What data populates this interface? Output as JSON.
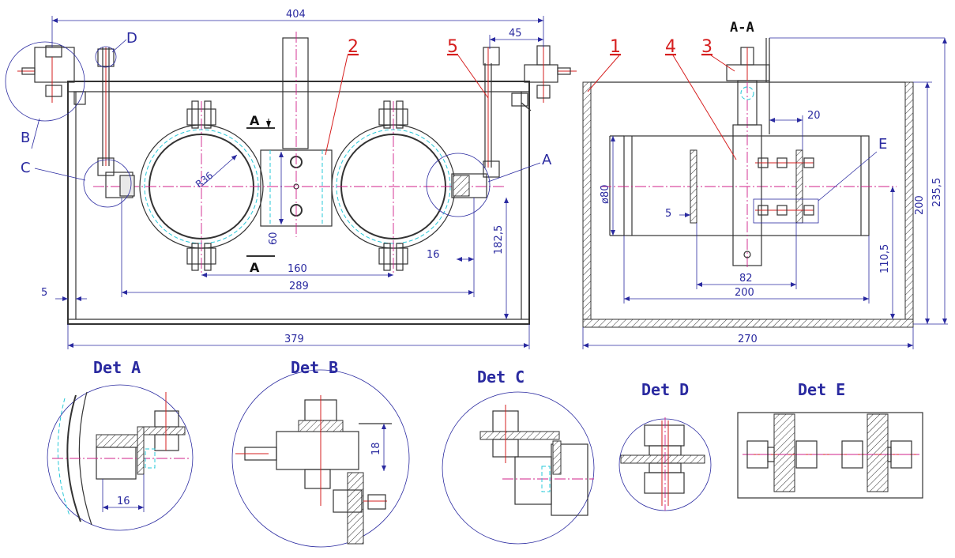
{
  "views": {
    "front": {
      "dimensions": {
        "d404": "404",
        "d45": "45",
        "d379": "379",
        "d289": "289",
        "d160": "160",
        "d182_5": "182,5",
        "d16": "16",
        "d60": "60",
        "d5": "5",
        "r36": "R36"
      },
      "section_marks": {
        "top": "A",
        "bottom": "A"
      },
      "detail_letters": {
        "a": "A",
        "b": "B",
        "c": "C",
        "d": "D"
      }
    },
    "side": {
      "title": "A-A",
      "dimensions": {
        "d270": "270",
        "d200_h": "200",
        "d200_v": "200",
        "d235_5": "235,5",
        "d110_5": "110,5",
        "d82": "82",
        "d20": "20",
        "d5": "5",
        "phi80": "ø80"
      },
      "detail_letters": {
        "e": "E"
      }
    }
  },
  "part_numbers": [
    "1",
    "2",
    "3",
    "4",
    "5"
  ],
  "details": {
    "a": {
      "title": "Det A",
      "dimension": "16"
    },
    "b": {
      "title": "Det B",
      "dimension": "18"
    },
    "c": {
      "title": "Det C"
    },
    "d": {
      "title": "Det D"
    },
    "e": {
      "title": "Det E"
    }
  }
}
